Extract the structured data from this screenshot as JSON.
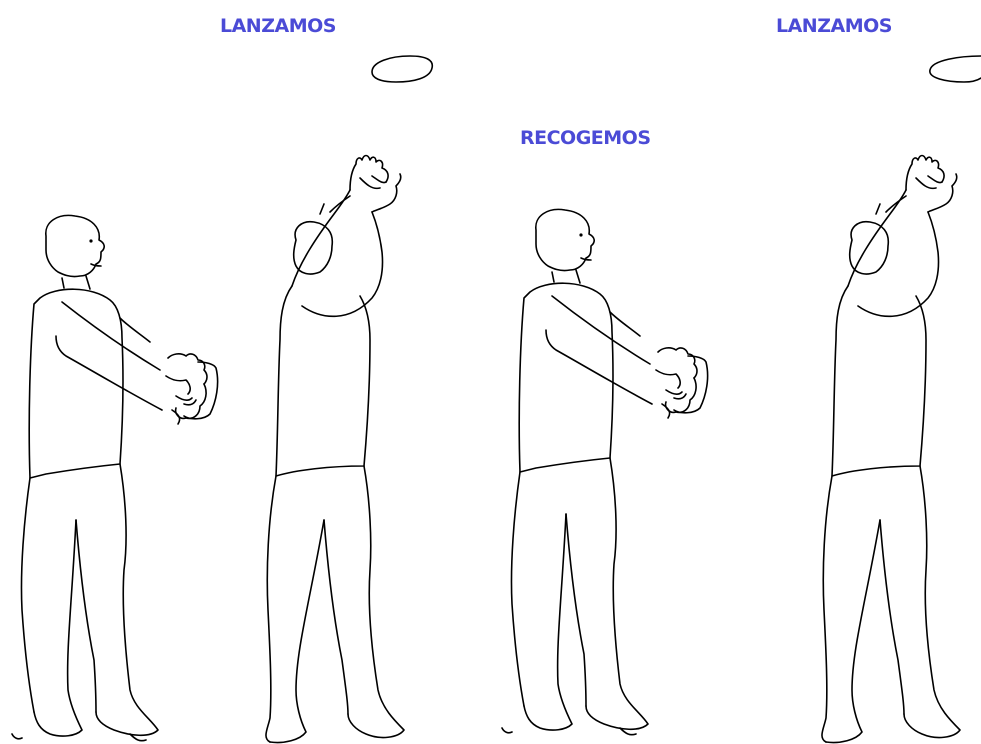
{
  "labels": {
    "throw_1": "LANZAMOS",
    "catch": "RECOGEMOS",
    "throw_2": "LANZAMOS"
  },
  "colors": {
    "label_color": "#4b4bd6",
    "line_color": "#000000",
    "background": "#ffffff"
  },
  "sequence": [
    {
      "pose": "holding-ball-at-chest"
    },
    {
      "pose": "arms-raised-after-throw",
      "label": "LANZAMOS"
    },
    {
      "pose": "holding-ball-at-chest",
      "label": "RECOGEMOS"
    },
    {
      "pose": "arms-raised-after-throw",
      "label": "LANZAMOS"
    }
  ]
}
